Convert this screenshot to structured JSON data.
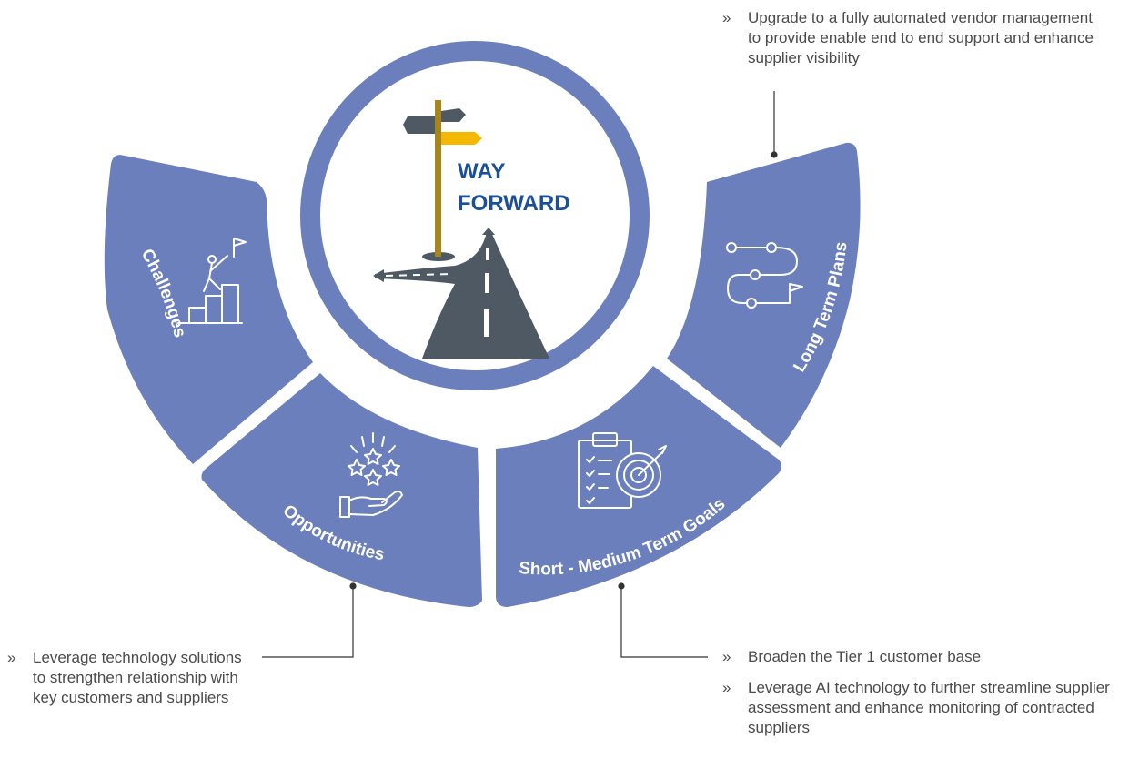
{
  "center": {
    "title_line1": "WAY",
    "title_line2": "FORWARD"
  },
  "segments": [
    {
      "label": "Challenges",
      "icon": "climber-flag-icon"
    },
    {
      "label": "Opportunities",
      "icon": "stars-hand-icon"
    },
    {
      "label": "Short - Medium Term Goals",
      "icon": "clipboard-target-icon"
    },
    {
      "label": "Long Term Plans",
      "icon": "path-flag-icon"
    }
  ],
  "notes": {
    "long_term": {
      "bullet": "»",
      "items": [
        "Upgrade to  a fully automated vendor management to provide enable end to end support and enhance supplier visibility"
      ]
    },
    "opportunities": {
      "bullet": "»",
      "items": [
        "Leverage technology solutions to strengthen relationship with key customers and suppliers"
      ]
    },
    "short_medium": {
      "bullet": "»",
      "items": [
        "Broaden the Tier 1 customer base",
        "Leverage AI technology to further streamline supplier assessment and enhance monitoring of contracted suppliers"
      ]
    }
  },
  "colors": {
    "segment": "#6b7fbd",
    "title": "#1b4f9c",
    "road": "#4e5963",
    "sign_yellow": "#f5b800",
    "post": "#a8841c"
  }
}
